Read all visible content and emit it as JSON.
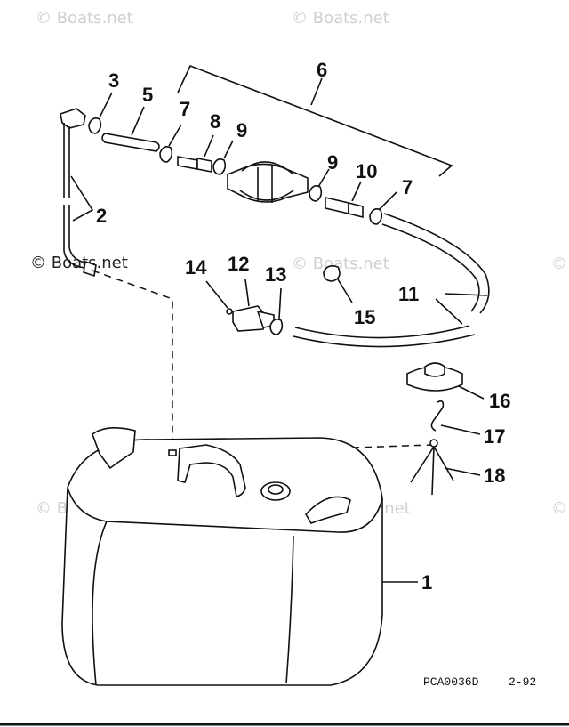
{
  "watermark": "© Boats.net",
  "callouts": {
    "c1": "1",
    "c2": "2",
    "c3": "3",
    "c5": "5",
    "c6": "6",
    "c7a": "7",
    "c7b": "7",
    "c8": "8",
    "c9a": "9",
    "c9b": "9",
    "c10": "10",
    "c11": "11",
    "c12": "12",
    "c13": "13",
    "c14": "14",
    "c15": "15",
    "c16": "16",
    "c17": "17",
    "c18": "18"
  },
  "footer": {
    "code": "PCA0036D",
    "date": "2-92"
  }
}
